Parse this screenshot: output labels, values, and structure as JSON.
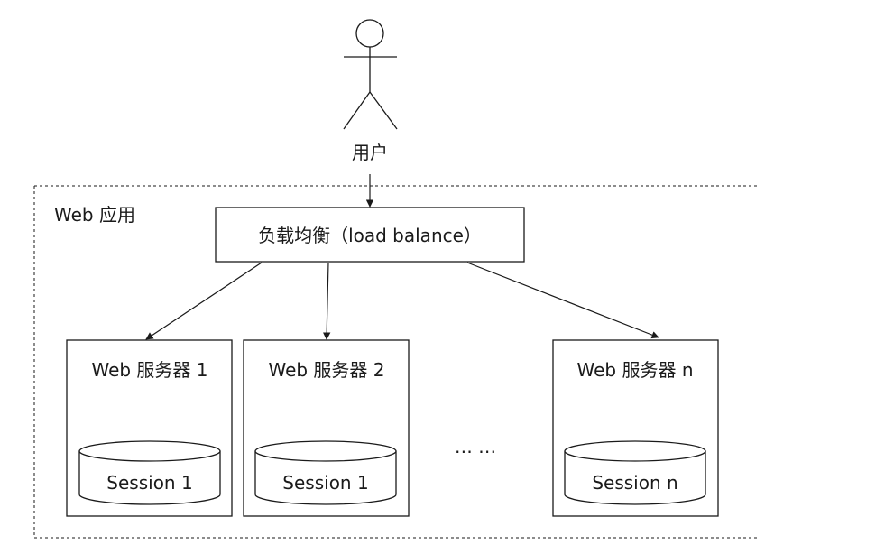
{
  "user": {
    "label": "用户"
  },
  "app_group": {
    "label": "Web 应用"
  },
  "load_balancer": {
    "label": "负载均衡（load balance）"
  },
  "servers": [
    {
      "label": "Web 服务器 1",
      "session": "Session 1"
    },
    {
      "label": "Web 服务器 2",
      "session": "Session 1"
    },
    {
      "label": "Web 服务器 n",
      "session": "Session n"
    }
  ],
  "ellipsis": "… …"
}
